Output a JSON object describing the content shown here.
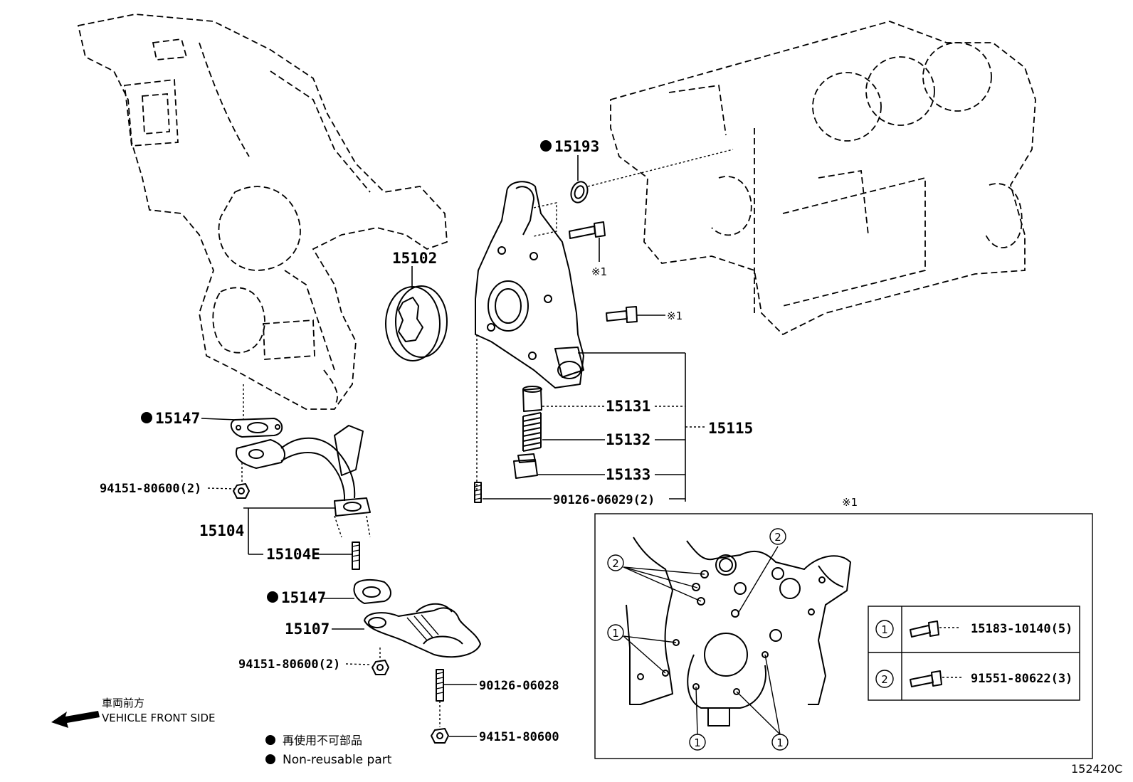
{
  "figure_code": "152420C",
  "parts": {
    "p15193": "15193",
    "p15102": "15102",
    "p15147_top": "15147",
    "p15147_mid": "15147",
    "p15104": "15104",
    "p15104E": "15104E",
    "p15107": "15107",
    "p15131": "15131",
    "p15132": "15132",
    "p15133": "15133",
    "p15115": "15115",
    "nut_top": "94151-80600(2)",
    "nut_mid": "94151-80600(2)",
    "stud_pump": "90126-06029(2)",
    "stud_strainer": "90126-06028",
    "nut_bottom": "94151-80600"
  },
  "bolt_refs": {
    "ref_upper": "※1",
    "ref_lower": "※1",
    "inset_title": "※1"
  },
  "inset_callouts": {
    "one": "1",
    "two": "2"
  },
  "bolt_table": [
    {
      "key": "1",
      "part": "15183-10140(5)"
    },
    {
      "key": "2",
      "part": "91551-80622(3)"
    }
  ],
  "direction": {
    "jp": "車両前方",
    "en": "VEHICLE FRONT SIDE"
  },
  "legend": {
    "jp": "再使用不可部品",
    "en": "Non-reusable part"
  },
  "icons": {
    "arrow": "arrow-left-icon",
    "bullet": "filled-circle-icon"
  },
  "colors": {
    "ink": "#000000",
    "paper": "#ffffff"
  }
}
